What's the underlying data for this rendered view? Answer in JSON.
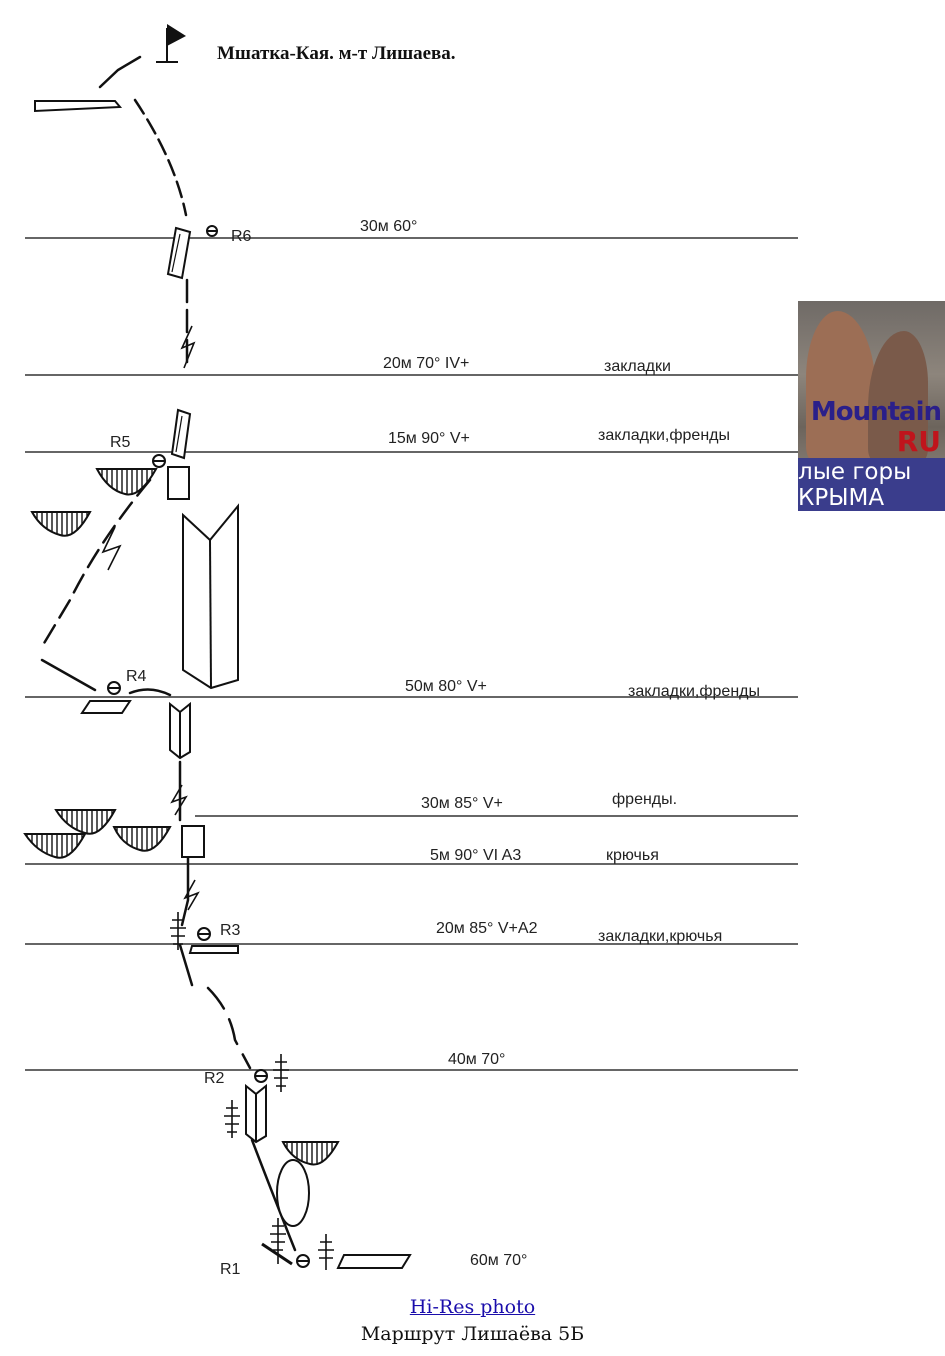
{
  "title": "Мшатка-Кая. м-т Лишаева.",
  "anchors": [
    "R6",
    "R5",
    "R4",
    "R3",
    "R2",
    "R1"
  ],
  "pitches": [
    {
      "spec": "30м 60°",
      "gear": ""
    },
    {
      "spec": "20м 70°  IV+",
      "gear": "закладки"
    },
    {
      "spec": "15м 90°  V+",
      "gear": "закладки,френды"
    },
    {
      "spec": "50м 80°  V+",
      "gear": "закладки,френды"
    },
    {
      "spec": "30м 85° V+",
      "gear": "френды."
    },
    {
      "spec": "5м 90° VI A3",
      "gear": "крючья"
    },
    {
      "spec": "20м 85° V+A2",
      "gear": "закладки,крючья"
    },
    {
      "spec": "40м 70°",
      "gear": ""
    },
    {
      "spec": "60м 70°",
      "gear": ""
    }
  ],
  "banner": {
    "brand": "Mountain",
    "brand_suffix": "RU",
    "line1": "лые горы",
    "line2": "КРЫМА"
  },
  "link_text": "Hi-Res photo",
  "caption": "Маршрут Лишаёва 5Б"
}
